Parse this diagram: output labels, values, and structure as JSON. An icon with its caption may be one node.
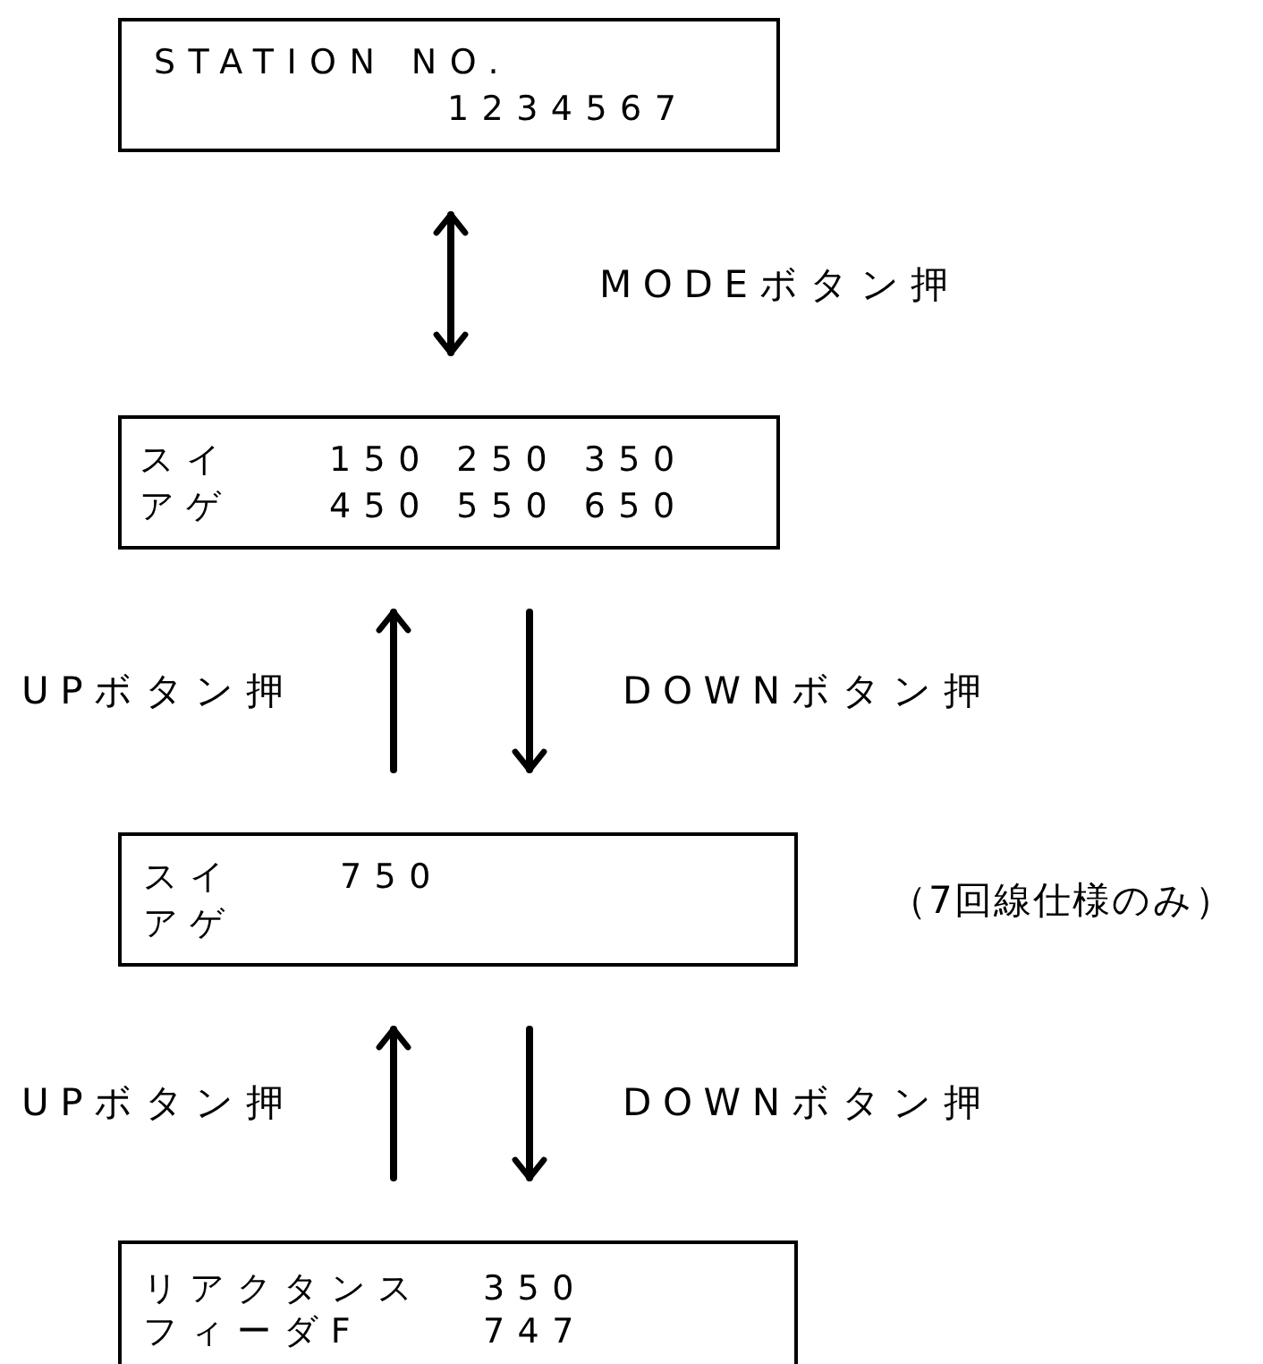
{
  "diagram": {
    "nodes": [
      {
        "text": [
          "STATION NO.",
          "1234567"
        ]
      },
      {
        "text": [
          "スイ",
          "150 250 350",
          "アゲ",
          "450 550 650"
        ]
      },
      {
        "text": [
          "スイ",
          "750",
          "アゲ"
        ],
        "beside": [
          "（7回線仕様のみ）"
        ]
      },
      {
        "text": [
          "リアクタンス",
          "350",
          "フィーダF",
          "747"
        ]
      }
    ],
    "edges": [
      {
        "from": 0,
        "to": 1,
        "arrow": "both",
        "label": "MODEボタン押"
      },
      {
        "from": 2,
        "to": 1,
        "arrow": "to",
        "label": "UPボタン押"
      },
      {
        "from": 1,
        "to": 2,
        "arrow": "to",
        "label": "DOWNボタン押"
      },
      {
        "from": 3,
        "to": 2,
        "arrow": "to",
        "label": "UPボタン押"
      },
      {
        "from": 2,
        "to": 3,
        "arrow": "to",
        "label": "DOWNボタン押"
      }
    ]
  }
}
